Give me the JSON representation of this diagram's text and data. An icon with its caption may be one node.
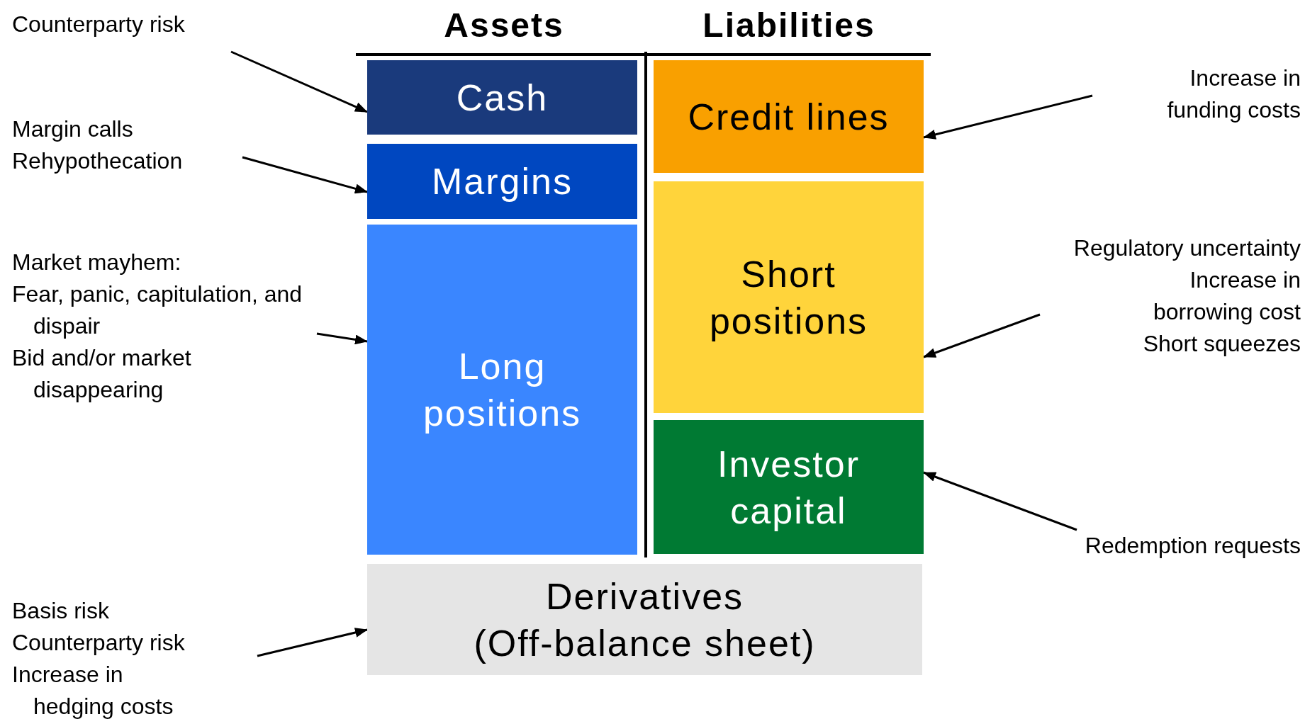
{
  "diagram": {
    "nodes": [
      {
        "text": [
          "Cash"
        ]
      },
      {
        "text": [
          "Margins"
        ]
      },
      {
        "text": [
          "Long positions"
        ]
      },
      {
        "text": [
          "Credit lines"
        ]
      },
      {
        "text": [
          "Short positions"
        ]
      },
      {
        "text": [
          "Investor capital"
        ]
      },
      {
        "text": [
          "Derivatives (Off-balance sheet)"
        ]
      },
      {
        "text": [
          "Counterparty risk"
        ]
      },
      {
        "text": [
          "Margin calls",
          "Rehypothecation"
        ]
      },
      {
        "text": [
          "Market mayhem:",
          "Fear, panic, capitulation, and dispair",
          "Bid and/or market disappearing"
        ]
      },
      {
        "text": [
          "Basis risk",
          "Counterparty risk",
          "Increase in hedging costs"
        ]
      },
      {
        "text": [
          "Increase in funding costs"
        ]
      },
      {
        "text": [
          "Regulatory uncertainty",
          "Increase in borrowing cost",
          "Short squeezes"
        ]
      },
      {
        "text": [
          "Redemption requests"
        ]
      }
    ],
    "edges": [
      {
        "from": 7,
        "to": 0,
        "arrow": "to"
      },
      {
        "from": 8,
        "to": 1,
        "arrow": "to"
      },
      {
        "from": 9,
        "to": 2,
        "arrow": "to"
      },
      {
        "from": 10,
        "to": 6,
        "arrow": "to"
      },
      {
        "from": 11,
        "to": 3,
        "arrow": "to"
      },
      {
        "from": 12,
        "to": 4,
        "arrow": "to"
      },
      {
        "from": 13,
        "to": 5,
        "arrow": "to"
      }
    ],
    "labels": [
      "Assets",
      "Liabilities"
    ]
  }
}
